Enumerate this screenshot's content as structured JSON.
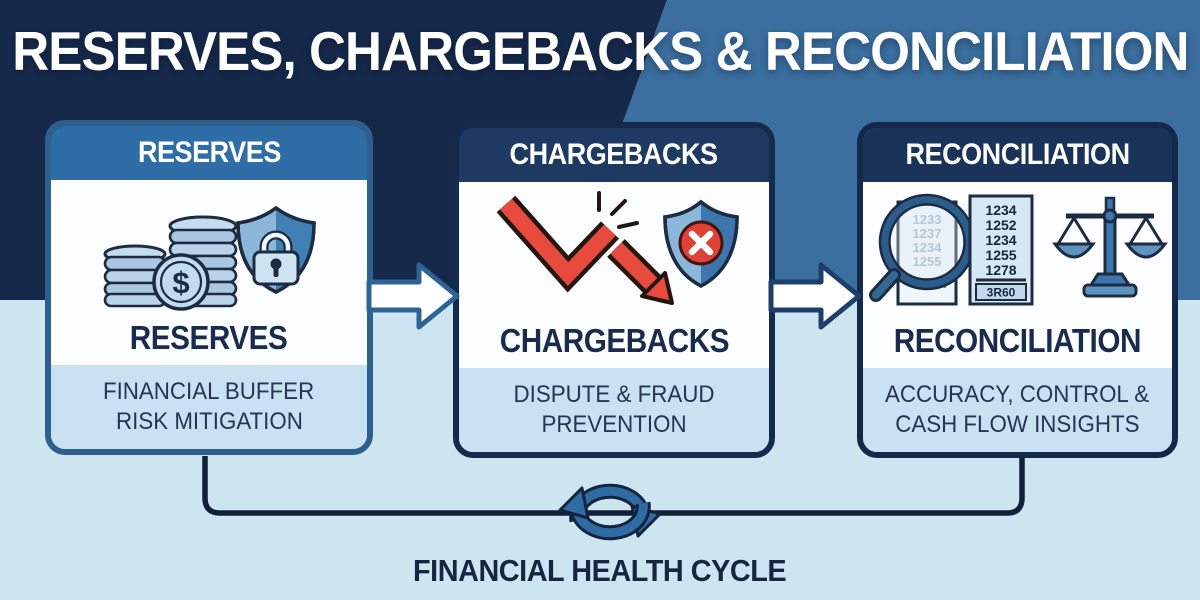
{
  "title": "RESERVES, CHARGEBACKS & RECONCILIATION",
  "cards": [
    {
      "header": "RESERVES",
      "label": "RESERVES",
      "desc_line1": "FINANCIAL BUFFER",
      "desc_line2": "RISK MITIGATION",
      "icons": [
        "coin-stacks",
        "shield-with-lock"
      ],
      "coin_symbol": "$"
    },
    {
      "header": "CHARGEBACKS",
      "label": "CHARGEBACKS",
      "desc_line1": "DISPUTE & FRAUD",
      "desc_line2": "PREVENTION",
      "icons": [
        "broken-declining-arrow",
        "shield-with-x"
      ]
    },
    {
      "header": "RECONCILIATION",
      "label": "RECONCILIATION",
      "desc_line1": "ACCURACY, CONTROL &",
      "desc_line2": "CASH FLOW INSIGHTS",
      "icons": [
        "magnifier-over-ledger",
        "balance-scale"
      ],
      "lens_numbers": [
        "1233",
        "1237",
        "1234",
        "1255"
      ],
      "ledger_numbers": [
        "1234",
        "1252",
        "1234",
        "1255",
        "1278"
      ],
      "ledger_total": "3R60"
    }
  ],
  "cycle_label": "FINANCIAL HEALTH CYCLE",
  "palette": {
    "bg_dark_navy": "#16294B",
    "bg_medium_blue": "#3B6F9F",
    "bg_light_blue": "#CDE4F1",
    "card1_header_blue": "#2E6DA6",
    "card_header_navy": "#1E3A62",
    "card1_border": "#2D608D",
    "dark_border": "#152B4D",
    "footer_strip_blue": "#C9E2F1",
    "text_navy": "#1B2B4E",
    "connector_line": "#111F38",
    "alert_red": "#E8463C",
    "shield_light_blue": "#8CB7DA",
    "shield_dark_blue": "#3C76AC",
    "white": "#FFFFFF"
  }
}
